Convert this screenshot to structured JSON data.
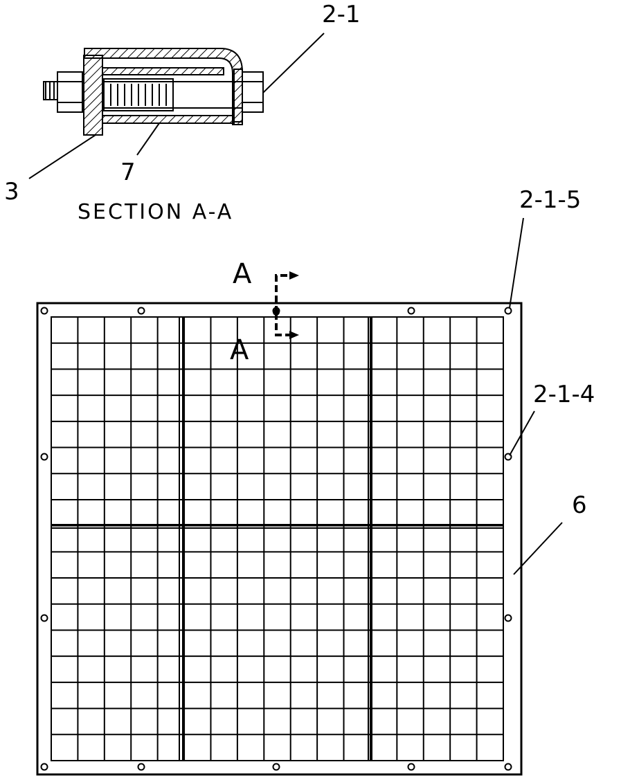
{
  "section_view": {
    "title": "SECTION A-A",
    "callouts": {
      "part_2_1": "2-1",
      "part_3": "3",
      "part_7": "7"
    }
  },
  "plan_view": {
    "callouts": {
      "part_2_1_5": "2-1-5",
      "part_2_1_4": "2-1-4",
      "part_6": "6"
    },
    "section_marker": {
      "top_letter": "A",
      "bottom_letter": "A"
    }
  }
}
